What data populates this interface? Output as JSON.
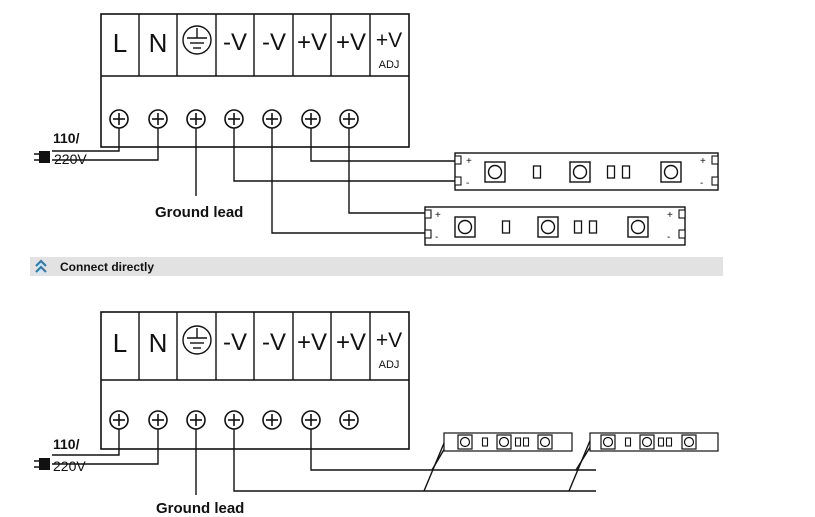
{
  "terminals": [
    "L",
    "N",
    "",
    "-V",
    "-V",
    "+V",
    "+V",
    "+V"
  ],
  "adj_label": "ADJ",
  "mains": {
    "line1": "110/",
    "line2": "220V"
  },
  "ground_label": "Ground lead",
  "section_label": "Connect directly",
  "strip_polarity": {
    "plus": "+",
    "minus": "-"
  },
  "icons": {
    "earth": "earth-ground-icon",
    "plug": "power-plug-icon",
    "chevron": "double-chevron-up-icon",
    "screw": "terminal-screw-icon"
  }
}
